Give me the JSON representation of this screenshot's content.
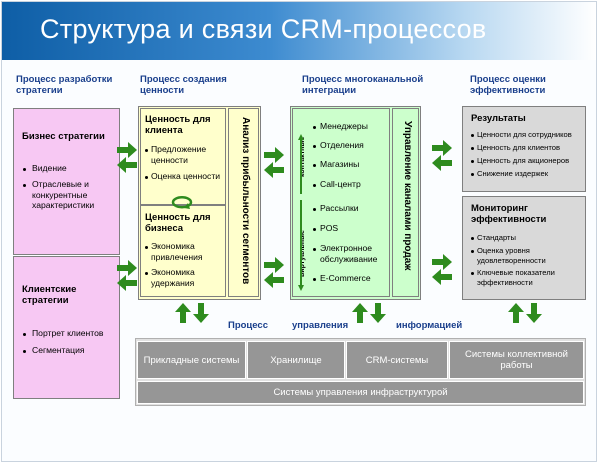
{
  "title": "Структура и связи CRM-процессов",
  "columns": {
    "strategy": "Процесс разработки стратегии",
    "value": "Процесс создания ценности",
    "integration": "Процесс многоканальной интеграции",
    "evaluation": "Процесс оценки эффективности"
  },
  "strategy": {
    "business": {
      "title": "Бизнес стратегии",
      "items": [
        "Видение",
        "Отраслевые и конкурентные характеристики"
      ]
    },
    "client": {
      "title": "Клиентские стратегии",
      "items": [
        "Портрет клиентов",
        "Сегментация"
      ]
    }
  },
  "value": {
    "for_client": {
      "title": "Ценность для клиента",
      "items": [
        "Предложение ценности",
        "Оценка ценности"
      ]
    },
    "for_business": {
      "title": "Ценность для бизнеса",
      "items": [
        "Экономика привлечения",
        "Экономика удержания"
      ]
    },
    "side": "Анализ прибыльности сегментов"
  },
  "integration": {
    "channels": [
      "Менеджеры",
      "Отделения",
      "Магазины",
      "Call-центр",
      "Рассылки",
      "POS",
      "Электронное обслуживание",
      "E-Commerce"
    ],
    "contact_label": "контактные",
    "virtual_label": "виртуальные",
    "side": "Управление каналами продаж"
  },
  "evaluation": {
    "results": {
      "title": "Результаты",
      "items": [
        "Ценности для сотрудников",
        "Ценность для клиентов",
        "Ценность для акционеров",
        "Снижение издержек"
      ]
    },
    "monitoring": {
      "title": "Мониторинг эффективности",
      "items": [
        "Стандарты",
        "Оценка уровня удовлетворенности",
        "Ключевые показатели эффективности"
      ]
    }
  },
  "info": {
    "label_1": "Процесс",
    "label_2": "управления",
    "label_3": "информацией",
    "systems": [
      "Прикладные системы",
      "Хранилище",
      "CRM-системы",
      "Системы коллективной работы"
    ],
    "infrastructure": "Системы управления инфраструктурой"
  },
  "colors": {
    "arrow": "#2e8b1e",
    "header_text": "#1a3f8c",
    "banner": "#0e5ea6"
  }
}
